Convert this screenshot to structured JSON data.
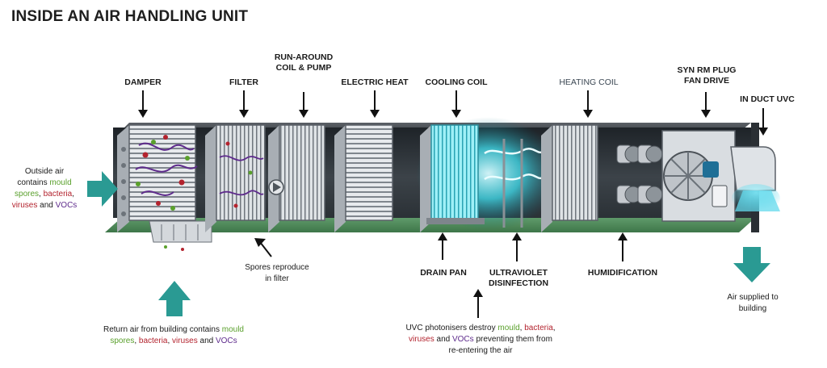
{
  "title": "INSIDE AN AIR HANDLING UNIT",
  "components": {
    "damper": "DAMPER",
    "filter": "FILTER",
    "run_around_1": "RUN-AROUND",
    "run_around_2": "COIL & PUMP",
    "electric_heat": "ELECTRIC HEAT",
    "cooling_coil": "COOLING COIL",
    "heating_coil": "HEATING COIL",
    "fan_1": "SYN RM PLUG",
    "fan_2": "FAN DRIVE",
    "in_duct_uvc": "IN DUCT UVC",
    "drain_pan": "DRAIN PAN",
    "uv_1": "ULTRAVIOLET",
    "uv_2": "DISINFECTION",
    "humidification": "HUMIDIFICATION"
  },
  "outside_air": {
    "l1": "Outside air",
    "l2": "contains",
    "l2_mould": "mould",
    "l3_spores": "spores",
    "l3_sep": ",",
    "l3_bacteria": "bacteria",
    "l3_end": ",",
    "l4_viruses": "viruses",
    "l4_and": "and",
    "l4_vocs": "VOCs"
  },
  "spores": {
    "l1": "Spores reproduce",
    "l2": "in filter"
  },
  "air_supplied": {
    "l1": "Air supplied to",
    "l2": "building"
  },
  "return_air": {
    "l1": "Return air from building contains",
    "l1_mould": "mould",
    "l2_spores": "spores",
    "l2_sep1": ",",
    "l2_bacteria": "bacteria",
    "l2_sep2": ",",
    "l2_viruses": "viruses",
    "l2_and": "and",
    "l2_vocs": "VOCs"
  },
  "uvc": {
    "l1": "UVC photonisers destroy",
    "l1_mould": "mould",
    "l1_sep": ",",
    "l1_bacteria": "bacteria",
    "l1_end": ",",
    "l2_viruses": "viruses",
    "l2_and": "and",
    "l2_vocs": "VOCs",
    "l2_rest": "preventing them from",
    "l3": "re-entering the air"
  },
  "colors": {
    "teal": "#2a9a93",
    "casing": "#2c3238",
    "floor": "#4d8a5a",
    "uv_glow": "#3fe0f0",
    "mould": "#5aa02c",
    "bacteria": "#b3232e",
    "vocs": "#5e2b8c"
  }
}
